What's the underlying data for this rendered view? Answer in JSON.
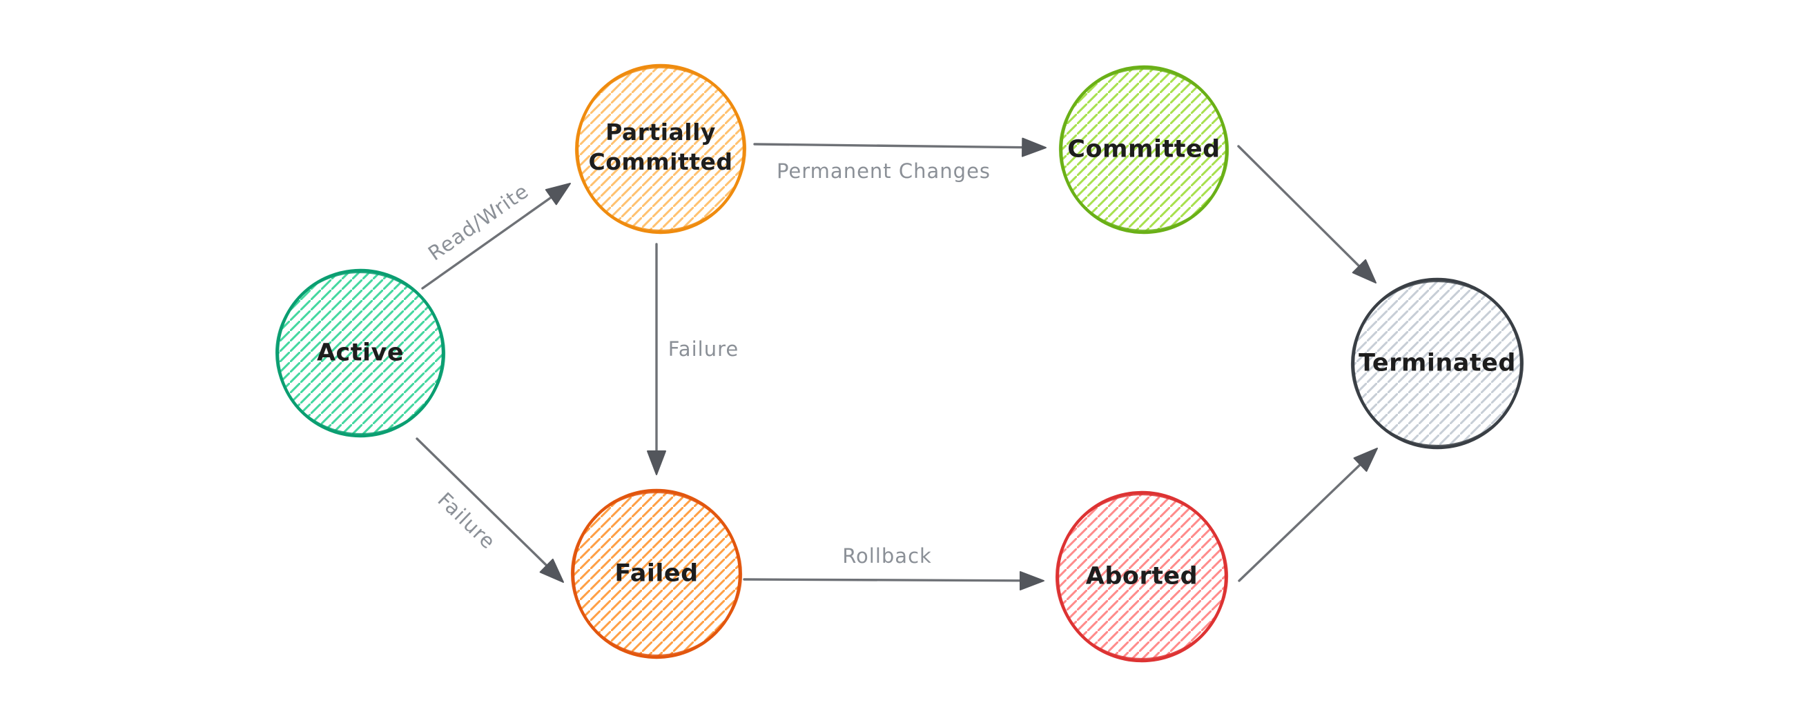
{
  "palette": {
    "background": "#ffffff",
    "edge_color": "#6e7176",
    "arrowhead_color": "#53565c",
    "edge_label_color": "#8b9097",
    "node_label_color": "#1d1d1d"
  },
  "nodes": [
    {
      "id": "active",
      "label": "Active",
      "stroke_color": "#0b9e71",
      "fill_color": "#44d7a0"
    },
    {
      "id": "partially-committed",
      "label": "Partially Committed",
      "label_line1": "Partially",
      "label_line2": "Committed",
      "stroke_color": "#ef8b0e",
      "fill_color": "#ffc170"
    },
    {
      "id": "committed",
      "label": "Committed",
      "stroke_color": "#6ab017",
      "fill_color": "#a8e04e"
    },
    {
      "id": "terminated",
      "label": "Terminated",
      "stroke_color": "#3a3f45",
      "fill_color": "#c7ced6"
    },
    {
      "id": "failed",
      "label": "Failed",
      "stroke_color": "#e2560e",
      "fill_color": "#ff9f45"
    },
    {
      "id": "aborted",
      "label": "Aborted",
      "stroke_color": "#dd3333",
      "fill_color": "#ff8b8b"
    }
  ],
  "edges": [
    {
      "from": "Active",
      "to": "Partially Committed",
      "label": "Read/Write"
    },
    {
      "from": "Partially Committed",
      "to": "Committed",
      "label": "Permanent Changes"
    },
    {
      "from": "Partially Committed",
      "to": "Failed",
      "label": "Failure"
    },
    {
      "from": "Active",
      "to": "Failed",
      "label": "Failure"
    },
    {
      "from": "Failed",
      "to": "Aborted",
      "label": "Rollback"
    },
    {
      "from": "Committed",
      "to": "Terminated",
      "label": ""
    },
    {
      "from": "Aborted",
      "to": "Terminated",
      "label": ""
    }
  ]
}
